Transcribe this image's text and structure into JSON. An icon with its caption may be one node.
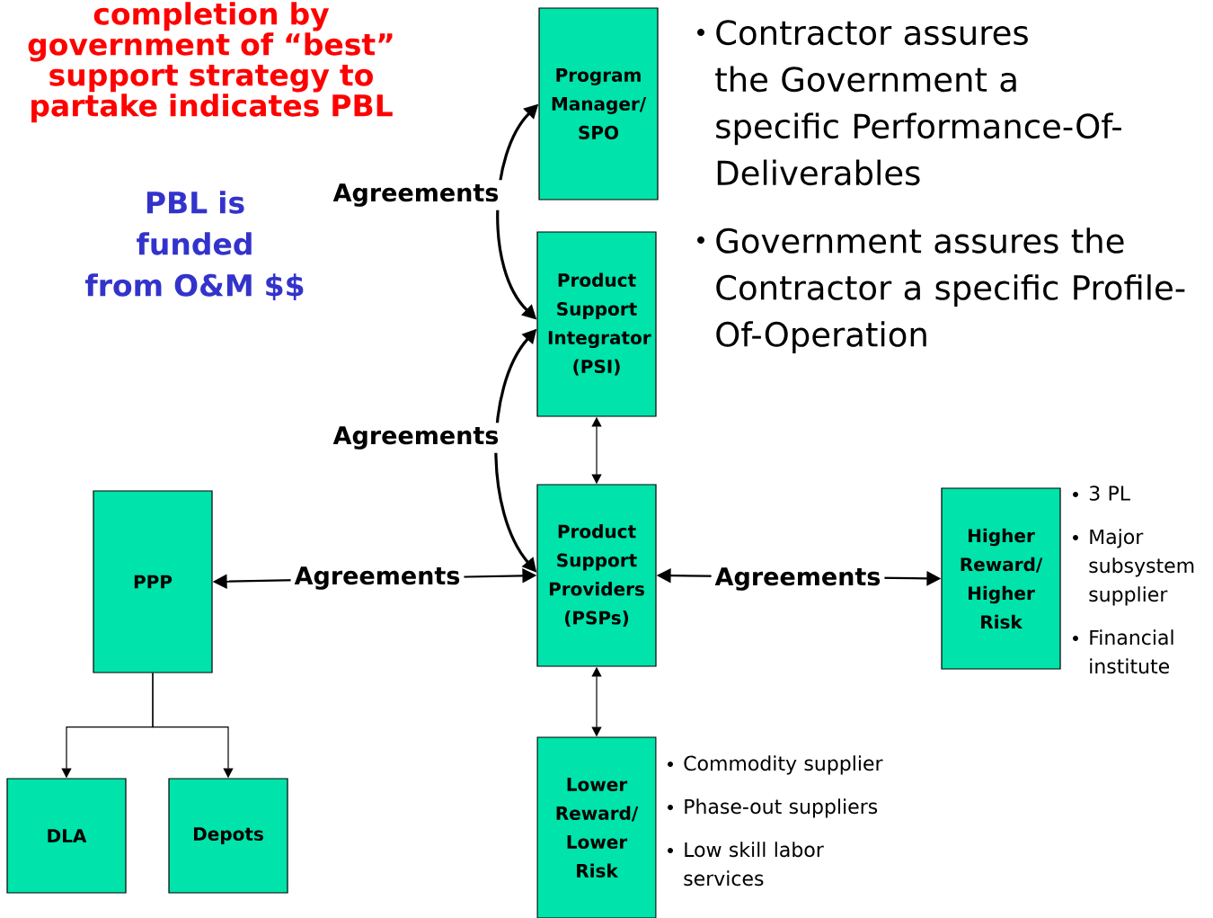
{
  "diagram": {
    "nodes": [
      {
        "text": [
          "Program Manager/ SPO"
        ]
      },
      {
        "text": [
          "Product Support Integrator (PSI)"
        ]
      },
      {
        "text": [
          "Product Support Providers (PSPs)"
        ]
      },
      {
        "text": [
          "Higher Reward/ Higher Risk"
        ],
        "beside": [
          "3 PL",
          "Major subsystem supplier",
          "Financial institute"
        ]
      },
      {
        "text": [
          "PPP"
        ]
      },
      {
        "text": [
          "DLA"
        ]
      },
      {
        "text": [
          "Depots"
        ]
      },
      {
        "text": [
          "Lower Reward/ Lower Risk"
        ],
        "beside": [
          "Commodity supplier",
          "Phase-out suppliers",
          "Low skill labor services"
        ]
      }
    ],
    "edges": [
      {
        "from": 1,
        "to": 0,
        "arrow": "both",
        "label": "Agreements"
      },
      {
        "from": 2,
        "to": 1,
        "arrow": "both",
        "label": "Agreements"
      },
      {
        "from": 2,
        "to": 4,
        "arrow": "both",
        "label": "Agreements"
      },
      {
        "from": 2,
        "to": 3,
        "arrow": "both",
        "label": "Agreements"
      },
      {
        "from": 1,
        "to": 2,
        "arrow": "both"
      },
      {
        "from": 2,
        "to": 7,
        "arrow": "both"
      },
      {
        "from": 4,
        "to": 5,
        "arrow": "to"
      },
      {
        "from": 4,
        "to": 6,
        "arrow": "to"
      }
    ],
    "labels": [
      "completion by government of “best” support strategy to partake indicates PBL",
      "PBL is funded from O&M $$",
      "Contractor assures the Government a specific Performance-Of-Deliverables",
      "Government assures the Contractor a specific Profile-Of-Operation"
    ]
  }
}
